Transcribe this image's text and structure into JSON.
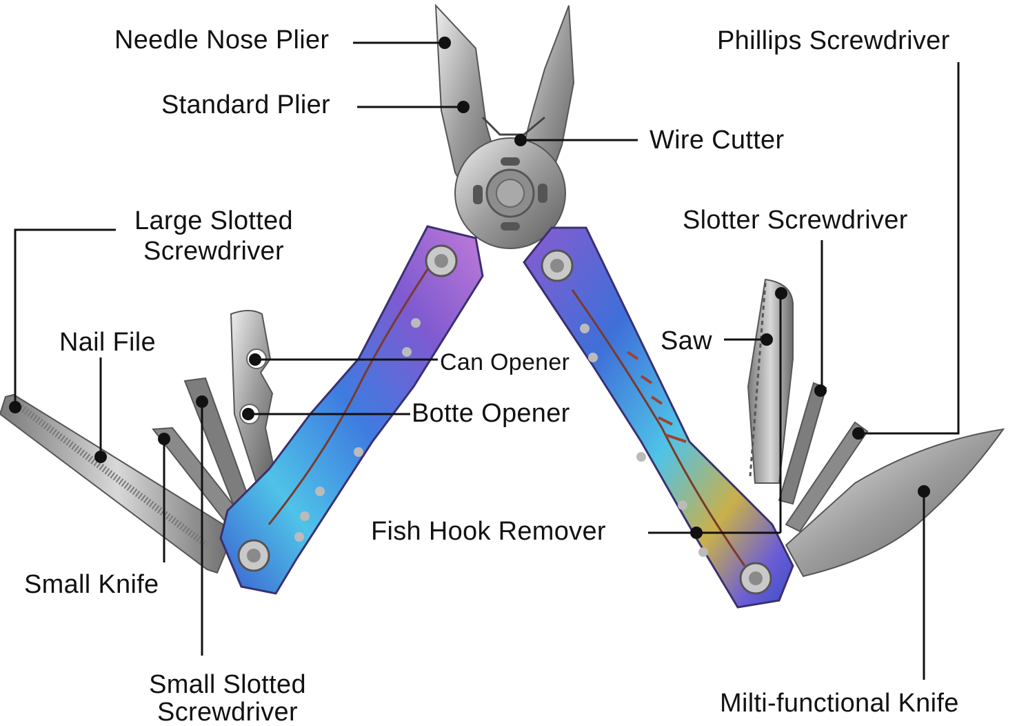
{
  "labels": {
    "needle_nose_plier": "Needle Nose Plier",
    "standard_plier": "Standard Plier",
    "wire_cutter": "Wire Cutter",
    "phillips_screwdriver": "Phillips Screwdriver",
    "large_slotted_line1": "Large Slotted",
    "large_slotted_line2": "Screwdriver",
    "slotter_screwdriver": "Slotter Screwdriver",
    "nail_file": "Nail File",
    "can_opener": "Can Opener",
    "saw": "Saw",
    "botte_opener": "Botte Opener",
    "fish_hook_remover": "Fish Hook Remover",
    "small_knife": "Small Knife",
    "small_slotted_line1": "Small Slotted",
    "small_slotted_line2": "Screwdriver",
    "multi_functional_knife": "Milti-functional Knife"
  },
  "colors": {
    "steel_light": "#d9d9d9",
    "steel_mid": "#9a9a9a",
    "steel_dark": "#5a5a5a",
    "handle_blue": "#3f6fd8",
    "handle_cyan": "#4fc3e8",
    "handle_purple": "#8a5bd0",
    "handle_gold": "#c9b04a",
    "leader_line": "#111111"
  }
}
